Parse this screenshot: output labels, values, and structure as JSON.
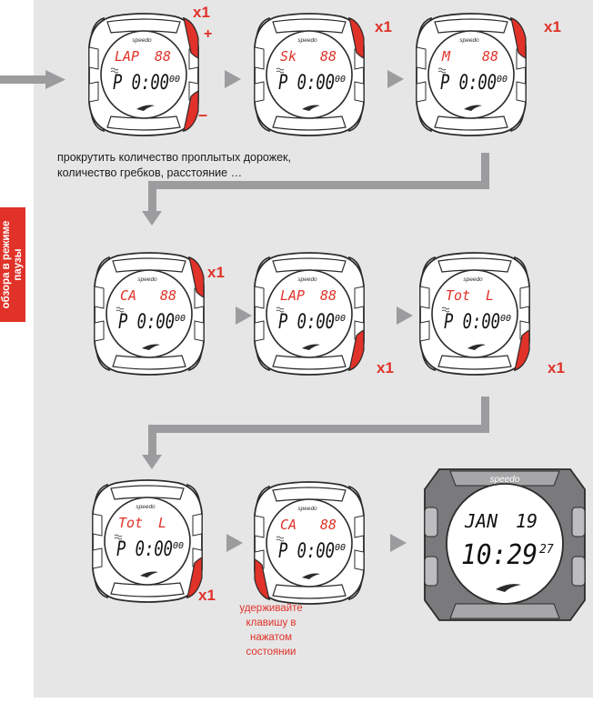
{
  "colors": {
    "panel": "#e6e6e7",
    "arrow": "#9c9c9e",
    "accent": "#e03228",
    "watch_body": "#ffffff",
    "watch_outline": "#2b2b2b",
    "lcd": "#e03228",
    "lcd_dark": "#111111",
    "brand_dark_body": "#7a7a7c"
  },
  "sidebar": {
    "label_line1": "обзора в режиме",
    "label_line2": "паузы"
  },
  "notes": {
    "row1_line1": "прокрутить количество проплытых дорожек,",
    "row1_line2": "количество гребков, расстояние …",
    "hold_line1": "удерживайте",
    "hold_line2": "клавишу в",
    "hold_line3": "нажатом",
    "hold_line4": "состоянии"
  },
  "watches": [
    {
      "id": "w1",
      "brand": "speedo",
      "top_left": "LAP",
      "top_right": "88",
      "main": "P 0:00",
      "sub": "00",
      "press_label": "x1",
      "buttons": [
        "upper-right",
        "lower-right"
      ],
      "plus": "+",
      "minus": "–"
    },
    {
      "id": "w2",
      "brand": "speedo",
      "top_left": "Sk",
      "top_right": "88",
      "main": "P 0:00",
      "sub": "00",
      "press_label": "x1",
      "buttons": [
        "upper-right"
      ]
    },
    {
      "id": "w3",
      "brand": "speedo",
      "top_left": "M",
      "top_right": "88",
      "main": "P 0:00",
      "sub": "00",
      "press_label": "x1",
      "buttons": [
        "upper-right"
      ]
    },
    {
      "id": "w4",
      "brand": "speedo",
      "top_left": "CA",
      "top_right": "88",
      "main": "P 0:00",
      "sub": "00",
      "press_label": "x1",
      "buttons": [
        "upper-right"
      ]
    },
    {
      "id": "w5",
      "brand": "speedo",
      "top_left": "LAP",
      "top_right": "88",
      "main": "P 0:00",
      "sub": "00",
      "press_label": "x1",
      "buttons": [
        "lower-right"
      ]
    },
    {
      "id": "w6",
      "brand": "speedo",
      "top_left": "Tot",
      "top_right": "L",
      "main": "P 0:00",
      "sub": "00",
      "press_label": "x1",
      "buttons": [
        "lower-right"
      ]
    },
    {
      "id": "w7",
      "brand": "speedo",
      "top_left": "Tot",
      "top_right": "L",
      "main": "P 0:00",
      "sub": "00",
      "press_label": "x1",
      "buttons": [
        "lower-right"
      ]
    },
    {
      "id": "w8",
      "brand": "speedo",
      "top_left": "CA",
      "top_right": "88",
      "main": "P 0:00",
      "sub": "00",
      "press_label": "",
      "buttons": [
        "lower-left"
      ]
    },
    {
      "id": "w9",
      "brand": "speedo",
      "top_left": "JAN",
      "top_right": "19",
      "main": "10:29",
      "sub": "27",
      "press_label": "",
      "buttons": []
    }
  ]
}
